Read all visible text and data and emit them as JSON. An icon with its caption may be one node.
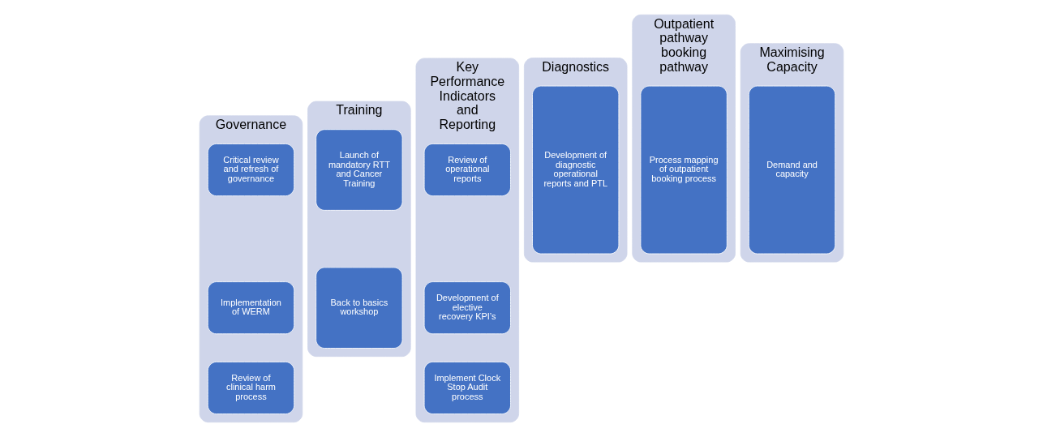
{
  "diagram": {
    "nodes": [
      {
        "text": [
          "Governance"
        ]
      },
      {
        "text": [
          "Critical review and refresh of governance"
        ],
        "in": 0
      },
      {
        "text": [
          "Implementation of WERM"
        ],
        "in": 0
      },
      {
        "text": [
          "Review of clinical harm process"
        ],
        "in": 0
      },
      {
        "text": [
          "Training"
        ]
      },
      {
        "text": [
          "Launch of mandatory RTT and Cancer Training"
        ],
        "in": 4
      },
      {
        "text": [
          "Back to basics workshop"
        ],
        "in": 4
      },
      {
        "text": [
          "Key Performance Indicators and Reporting"
        ]
      },
      {
        "text": [
          "Review of operational reports"
        ],
        "in": 7
      },
      {
        "text": [
          "Development of elective recovery KPI’s"
        ],
        "in": 7
      },
      {
        "text": [
          "Implement Clock Stop Audit process"
        ],
        "in": 7
      },
      {
        "text": [
          "Diagnostics"
        ]
      },
      {
        "text": [
          "Development of diagnostic operational reports and PTL"
        ],
        "in": 11
      },
      {
        "text": [
          "Outpatient pathway booking pathway"
        ]
      },
      {
        "text": [
          "Process mapping of outpatient booking process"
        ],
        "in": 13
      },
      {
        "text": [
          "Maximising Capacity"
        ]
      },
      {
        "text": [
          "Demand and capacity"
        ],
        "in": 15
      }
    ],
    "edges": []
  }
}
